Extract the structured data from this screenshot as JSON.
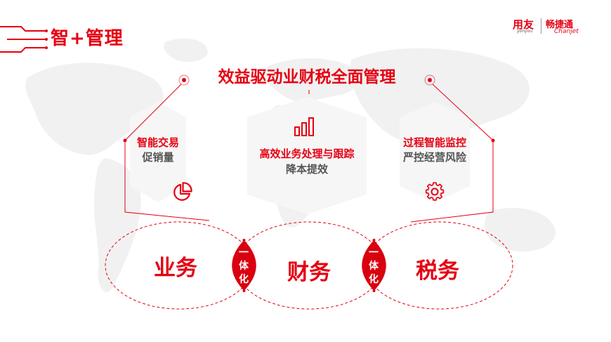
{
  "header": {
    "title": "智+管理"
  },
  "brand": {
    "yongyou": "用友",
    "yonyou": "yonyou",
    "changjietong": "畅捷通",
    "chanjet": "Chanjet"
  },
  "main_title": "效益驱动业财税全面管理",
  "cards": [
    {
      "title": "智能交易",
      "subtitle": "促销量",
      "icon": "pie-chart-icon"
    },
    {
      "title": "高效业务处理与跟踪",
      "subtitle": "降本提效",
      "icon": "bar-chart-icon"
    },
    {
      "title": "过程智能监控",
      "subtitle": "严控经营风险",
      "icon": "gear-icon"
    }
  ],
  "circles": [
    {
      "label": "业务"
    },
    {
      "label": "财务"
    },
    {
      "label": "税务"
    }
  ],
  "integration": {
    "chars": [
      "一",
      "体",
      "化"
    ]
  },
  "colors": {
    "accent": "#e60012",
    "text_gray": "#555555"
  }
}
